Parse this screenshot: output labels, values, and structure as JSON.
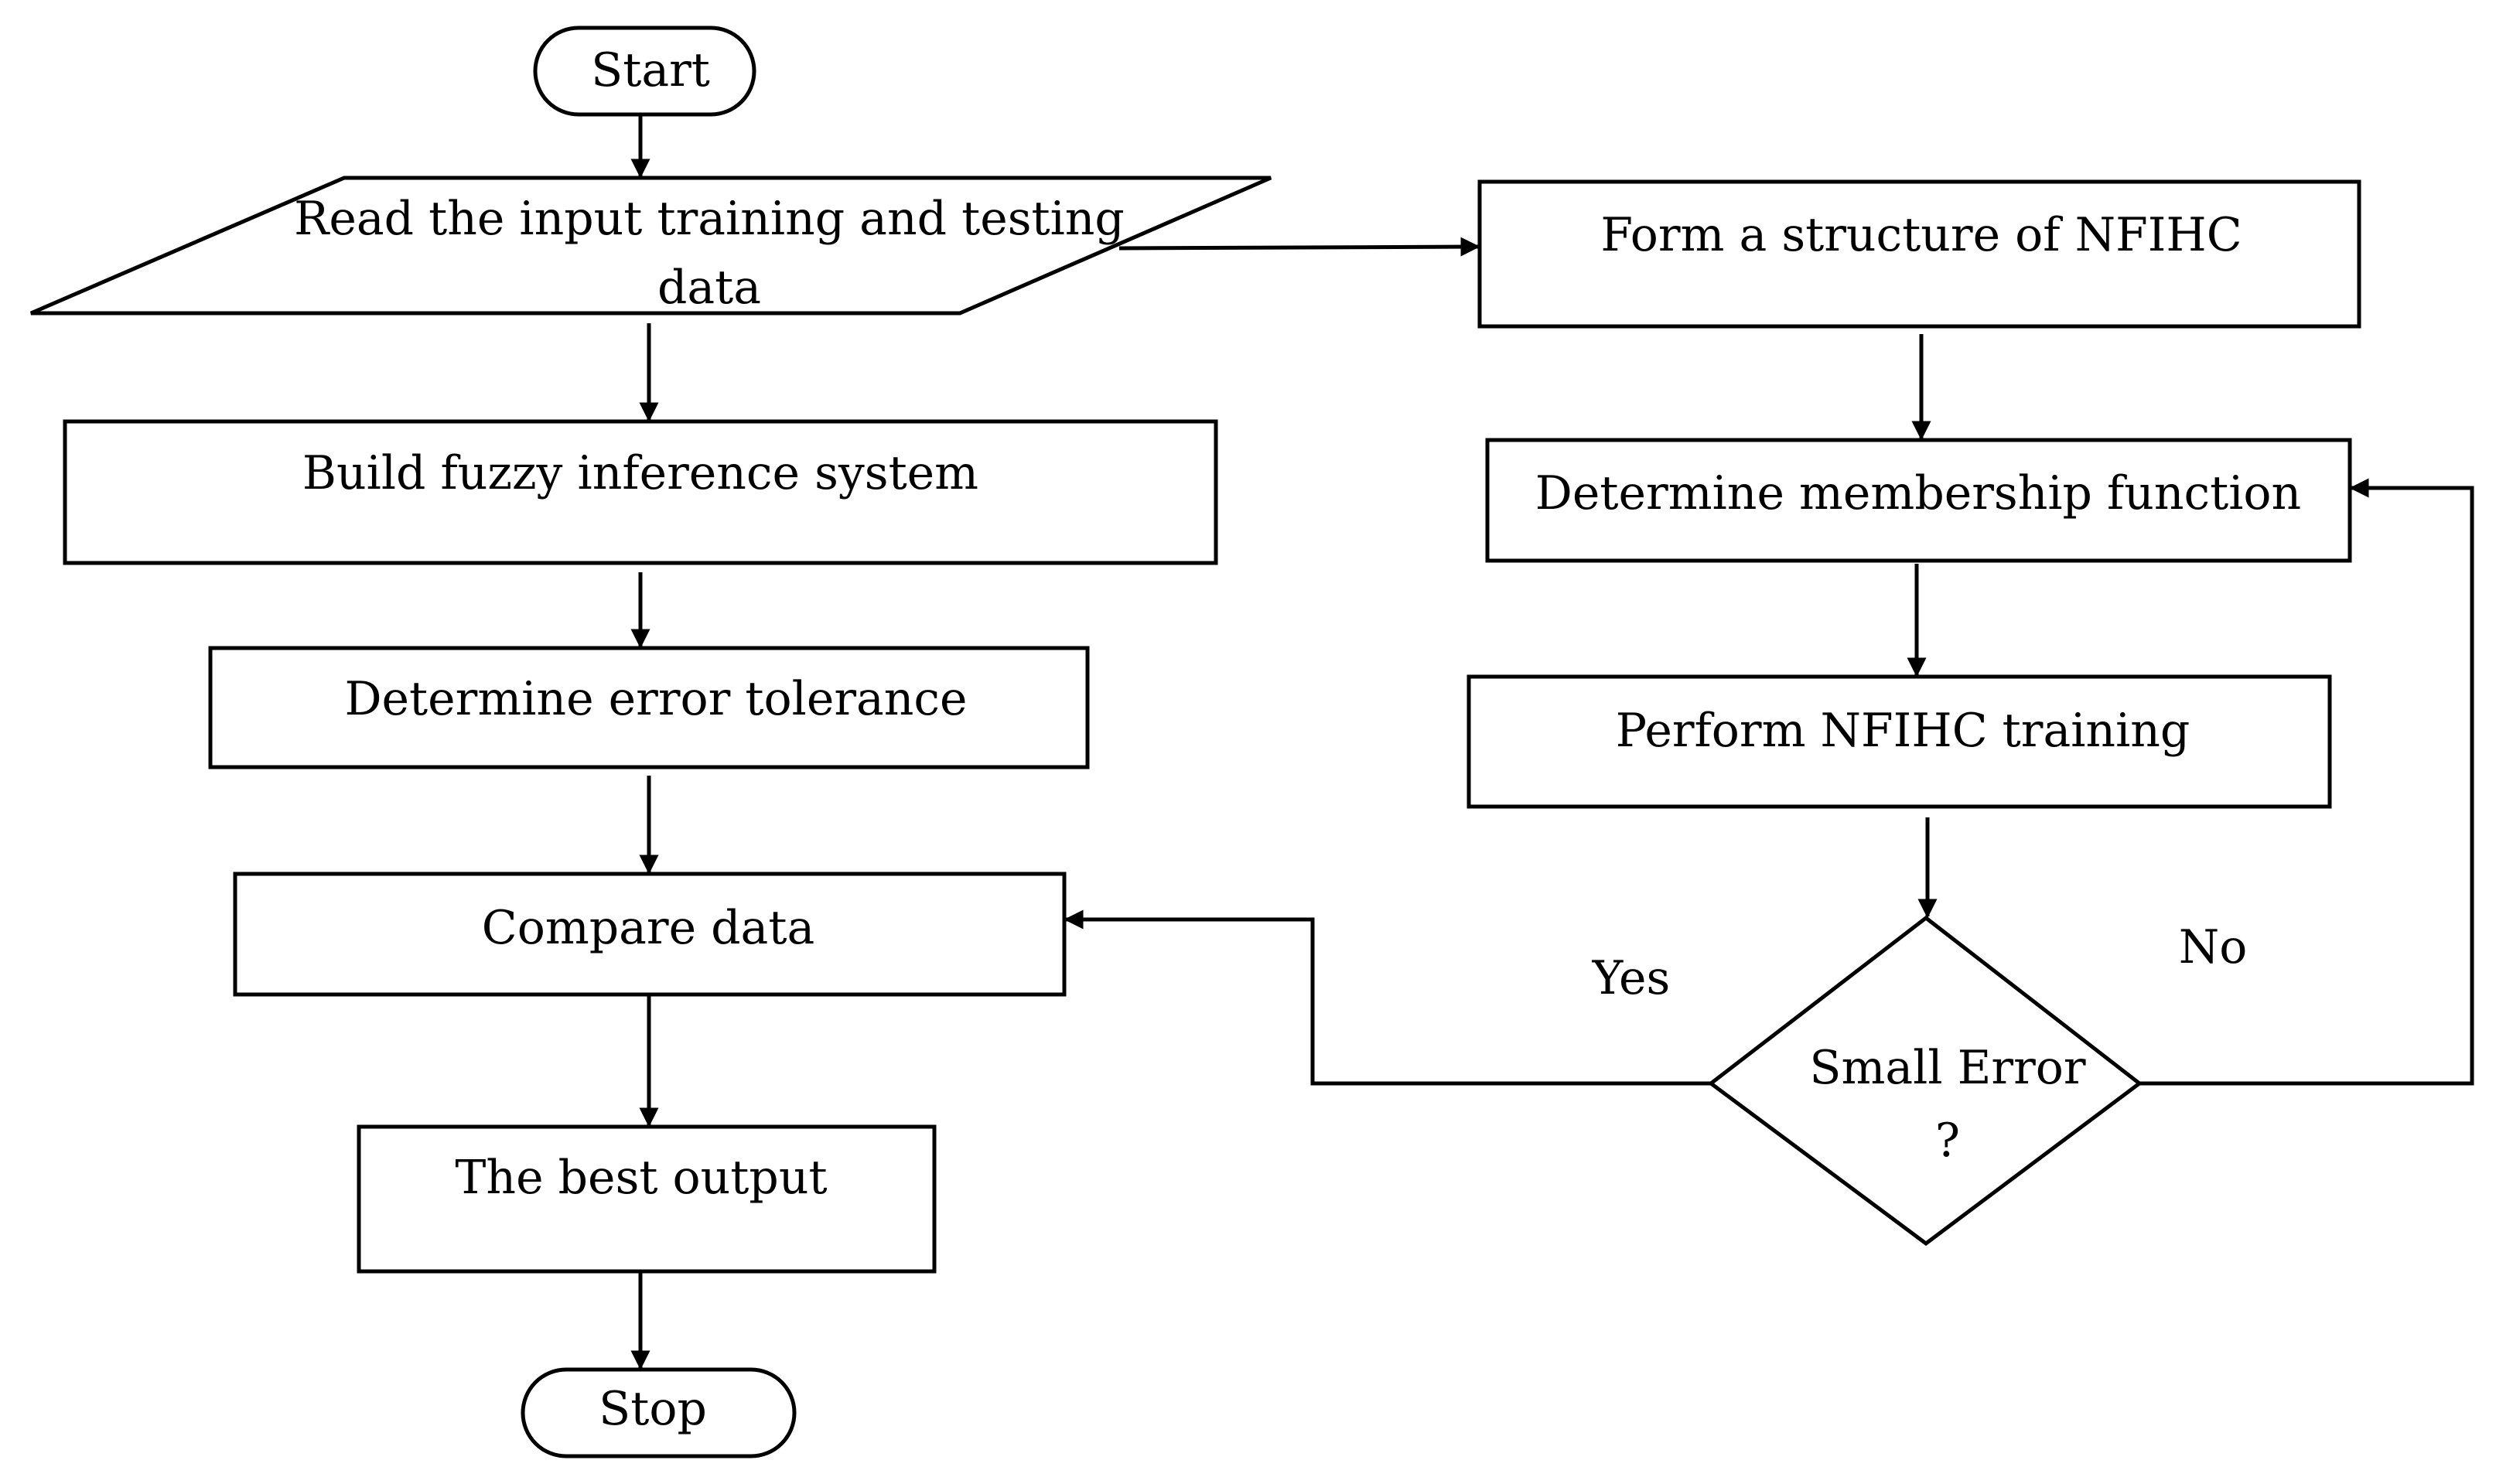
{
  "nodes": {
    "start": "Start",
    "read_input_line1": "Read the input training and testing",
    "read_input_line2": "data",
    "build_fis": "Build fuzzy inference system",
    "error_tolerance": "Determine error tolerance",
    "compare_data": "Compare data",
    "best_output": "The best output",
    "stop": "Stop",
    "form_structure": "Form a structure of NFIHC",
    "membership_function": "Determine membership function",
    "perform_training": "Perform NFIHC training",
    "decision_line1": "Small Error",
    "decision_line2": "?"
  },
  "edges": {
    "yes_label": "Yes",
    "no_label": "No"
  }
}
